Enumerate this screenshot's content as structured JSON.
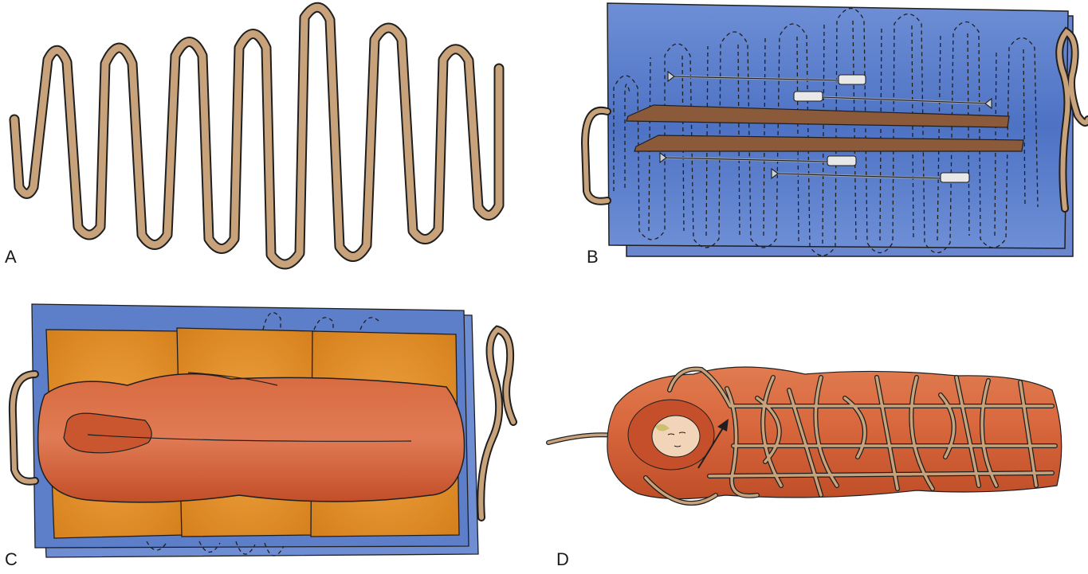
{
  "figure": {
    "panels": [
      {
        "label": "A"
      },
      {
        "label": "B"
      },
      {
        "label": "C"
      },
      {
        "label": "D"
      }
    ]
  },
  "colors": {
    "rope": "#c8a27a",
    "outline": "#1f1f1f",
    "tarp_blue": "#5d7fc9",
    "pad_orange": "#e08a22",
    "bag_red": "#cf5a33",
    "pole_brown": "#8a5a3a",
    "ski_pole_metal": "#9aa2ab"
  }
}
